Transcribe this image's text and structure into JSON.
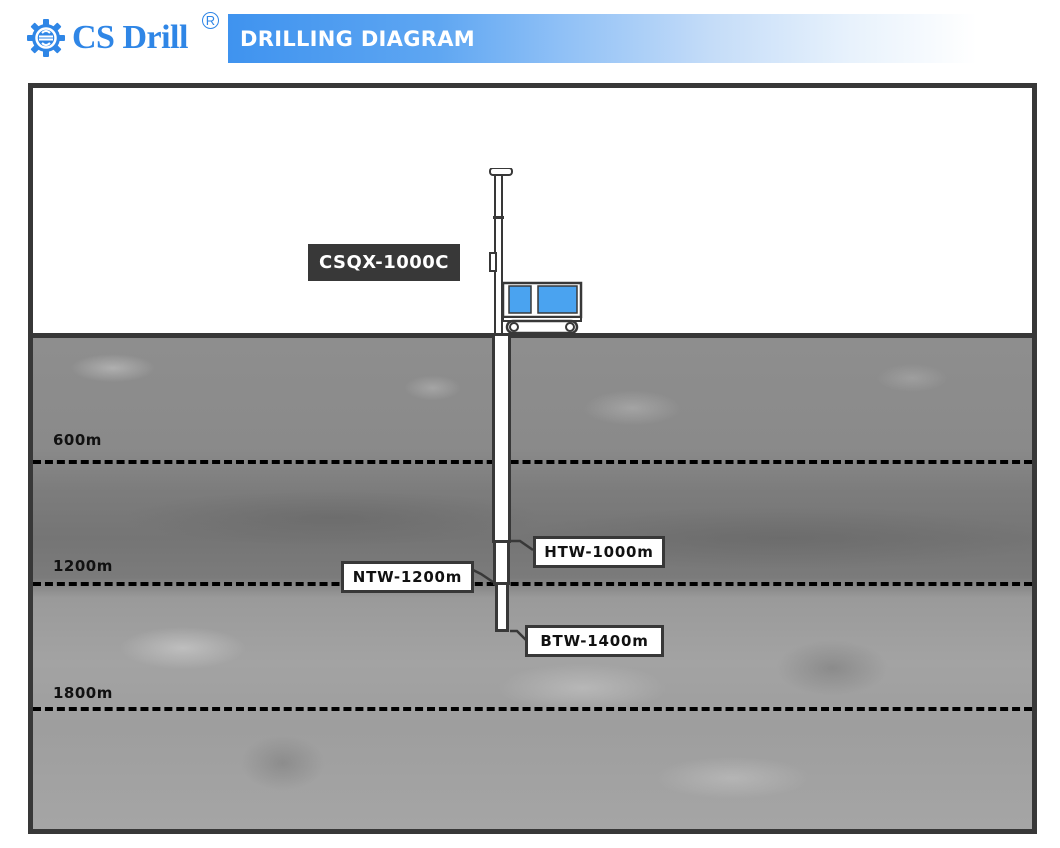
{
  "header": {
    "brand_name": "CS Drill",
    "brand_registered_mark": "R",
    "brand_icon": "gear-logo-icon",
    "title": "DRILLING DIAGRAM",
    "colors": {
      "brand_blue": "#2f86e6",
      "title_bar_start": "#3f93ef",
      "title_bar_end": "#ffffff"
    }
  },
  "diagram": {
    "rig_model": "CSQX-1000C",
    "rig_icon": "drill-rig-icon",
    "colors": {
      "frame": "#383838",
      "rig_cabin": "#4aa3f0",
      "depth_line": "#000000"
    },
    "depth_markers": [
      {
        "label": "600m"
      },
      {
        "label": "1200m"
      },
      {
        "label": "1800m"
      }
    ],
    "casings": [
      {
        "label": "HTW-1000m"
      },
      {
        "label": "NTW-1200m"
      },
      {
        "label": "BTW-1400m"
      }
    ]
  }
}
